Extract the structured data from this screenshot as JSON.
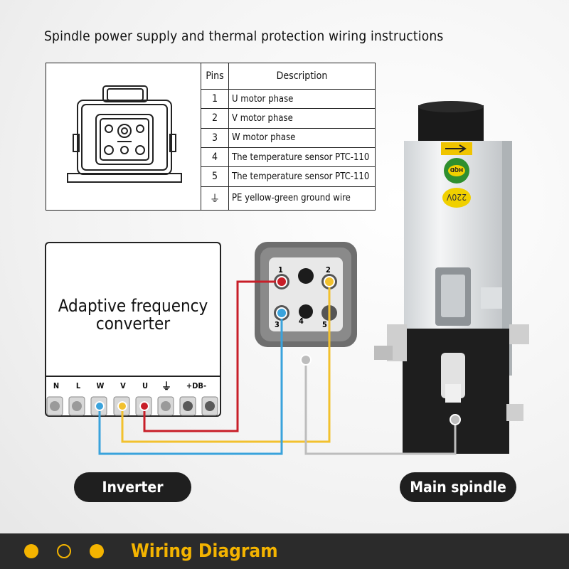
{
  "title": "Spindle power supply and thermal protection wiring instructions",
  "pin_table": {
    "headers": [
      "Pins",
      "Description"
    ],
    "rows": [
      {
        "pin": "1",
        "description": "U motor phase"
      },
      {
        "pin": "2",
        "description": "V motor phase"
      },
      {
        "pin": "3",
        "description": "W motor phase"
      },
      {
        "pin": "4",
        "description": "The temperature sensor PTC-110"
      },
      {
        "pin": "5",
        "description": "The temperature sensor PTC-110"
      },
      {
        "pin": "⏚",
        "description": "PE yellow-green ground wire"
      }
    ]
  },
  "inverter": {
    "name_line1": "Adaptive frequency",
    "name_line2": "converter",
    "terminals": [
      "N",
      "L",
      "W",
      "V",
      "U",
      "⏚",
      "+DB-"
    ]
  },
  "connector": {
    "labels": [
      "1",
      "2",
      "3",
      "4",
      "5"
    ]
  },
  "spindle": {
    "badge": "220V",
    "plate": "HQD"
  },
  "labels": {
    "inverter": "Inverter",
    "main_spindle": "Main spindle"
  },
  "footer": {
    "title": "Wiring Diagram"
  },
  "colors": {
    "wire_red": "#c81e28",
    "wire_yellow": "#f2c12e",
    "wire_blue": "#3aa3dc",
    "wire_gray": "#bdbdbd",
    "accent": "#f4b400"
  }
}
